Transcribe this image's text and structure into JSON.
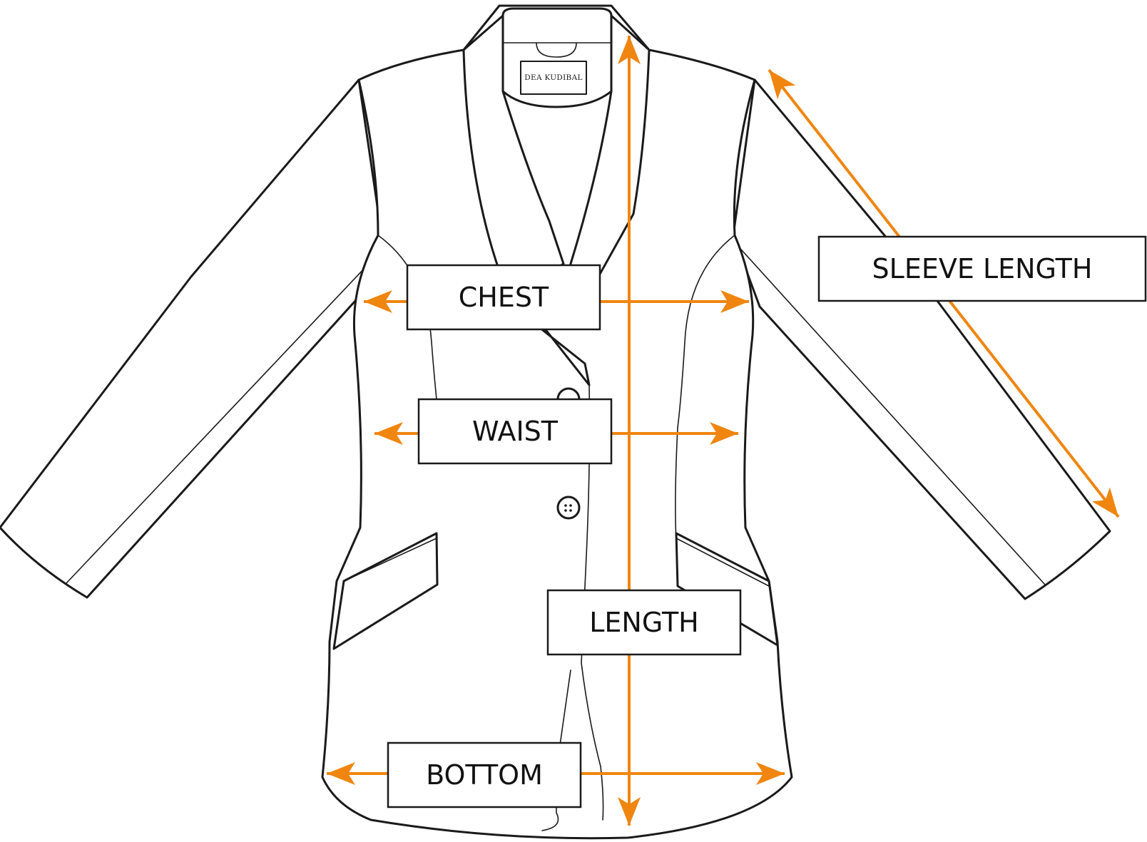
{
  "brand": {
    "tag_text": "DEA KUDIBAL"
  },
  "labels": {
    "chest": "CHEST",
    "waist": "WAIST",
    "length": "LENGTH",
    "bottom": "BOTTOM",
    "sleeve_length": "SLEEVE LENGTH"
  },
  "colors": {
    "accent": "#F0850F",
    "outline": "#1a1a1a",
    "background": "#ffffff"
  }
}
